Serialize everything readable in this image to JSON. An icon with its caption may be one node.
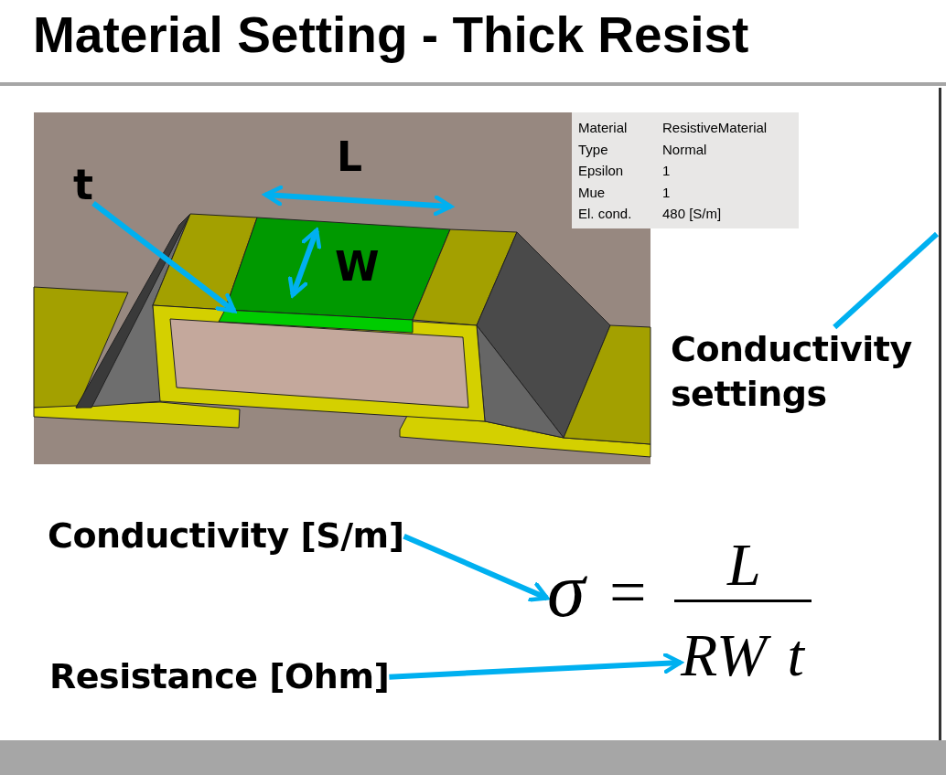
{
  "diagram": {
    "title": "Material Setting - Thick Resist",
    "nodes": [
      {
        "text": [
          "t"
        ]
      },
      {
        "text": [],
        "shape": "bar"
      },
      {
        "text": [
          "Conductivity settings"
        ]
      },
      {
        "text": [
          "Conductivity [S/m]"
        ]
      },
      {
        "text": [
          "σ"
        ]
      },
      {
        "text": [
          "Resistance [Ohm]"
        ]
      },
      {
        "text": [
          "RW t"
        ]
      }
    ],
    "edges": [
      {
        "from": 0,
        "to": 1,
        "arrow": "to"
      },
      {
        "from": 2,
        "to": null,
        "arrow": "none"
      },
      {
        "from": 3,
        "to": 4,
        "arrow": "to"
      },
      {
        "from": 5,
        "to": 6,
        "arrow": "to"
      }
    ],
    "labels": [
      "L",
      "W",
      "Material",
      "ResistiveMaterial",
      "Type",
      "Normal",
      "Epsilon",
      "1",
      "Mue",
      "1",
      "El. cond.",
      "480 [S/m]",
      "=",
      "L"
    ]
  }
}
